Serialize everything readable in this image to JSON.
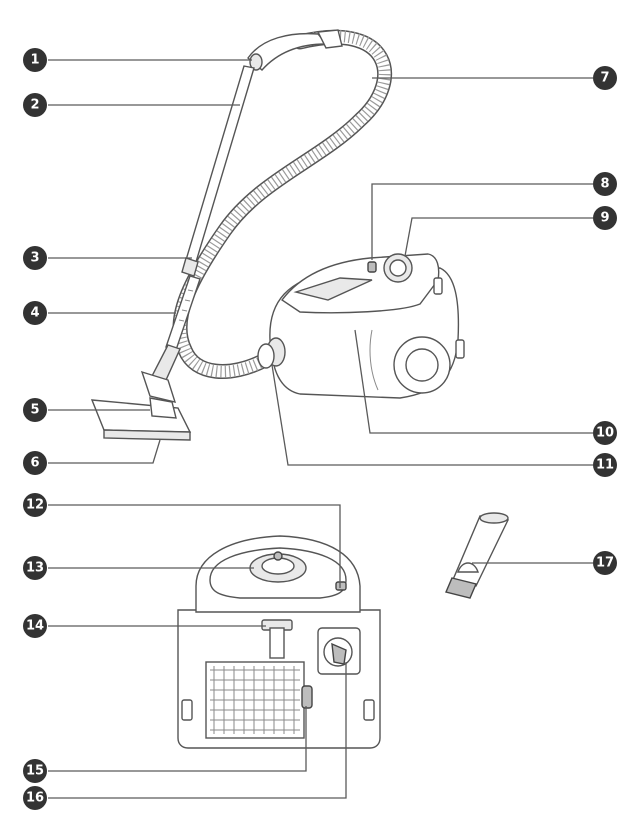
{
  "callouts": [
    {
      "number": "1"
    },
    {
      "number": "2"
    },
    {
      "number": "3"
    },
    {
      "number": "4"
    },
    {
      "number": "5"
    },
    {
      "number": "6"
    },
    {
      "number": "7"
    },
    {
      "number": "8"
    },
    {
      "number": "9"
    },
    {
      "number": "10"
    },
    {
      "number": "11"
    },
    {
      "number": "12"
    },
    {
      "number": "13"
    },
    {
      "number": "14"
    },
    {
      "number": "15"
    },
    {
      "number": "16"
    },
    {
      "number": "17"
    }
  ]
}
